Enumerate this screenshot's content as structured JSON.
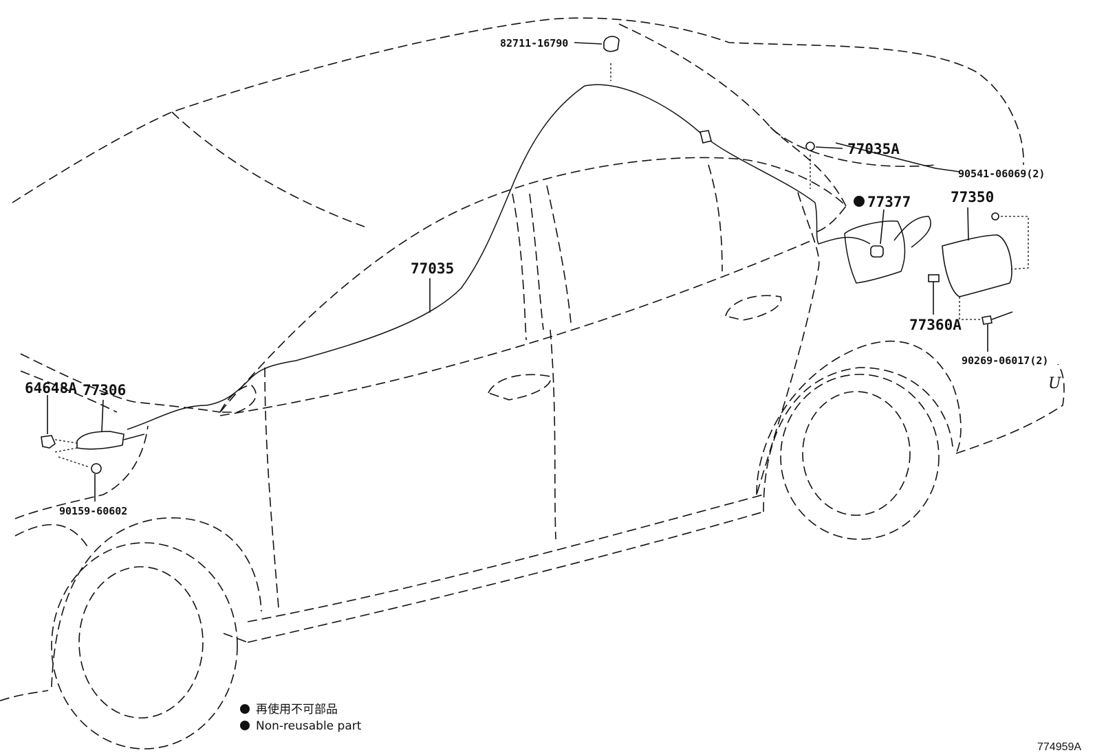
{
  "parts": {
    "p82711": "82711-16790",
    "p77035a": "77035A",
    "p90541": "90541-06069(2)",
    "p77377": "77377",
    "p77350": "77350",
    "p77035": "77035",
    "p77360a": "77360A",
    "p90269": "90269-06017(2)",
    "p64648a": "64648A",
    "p77306": "77306",
    "p90159": "90159-60602"
  },
  "legend": {
    "line_jp": "再使用不可部品",
    "line_en": "Non-reusable part"
  },
  "figure_id": "774959A",
  "corner_mark": "U"
}
